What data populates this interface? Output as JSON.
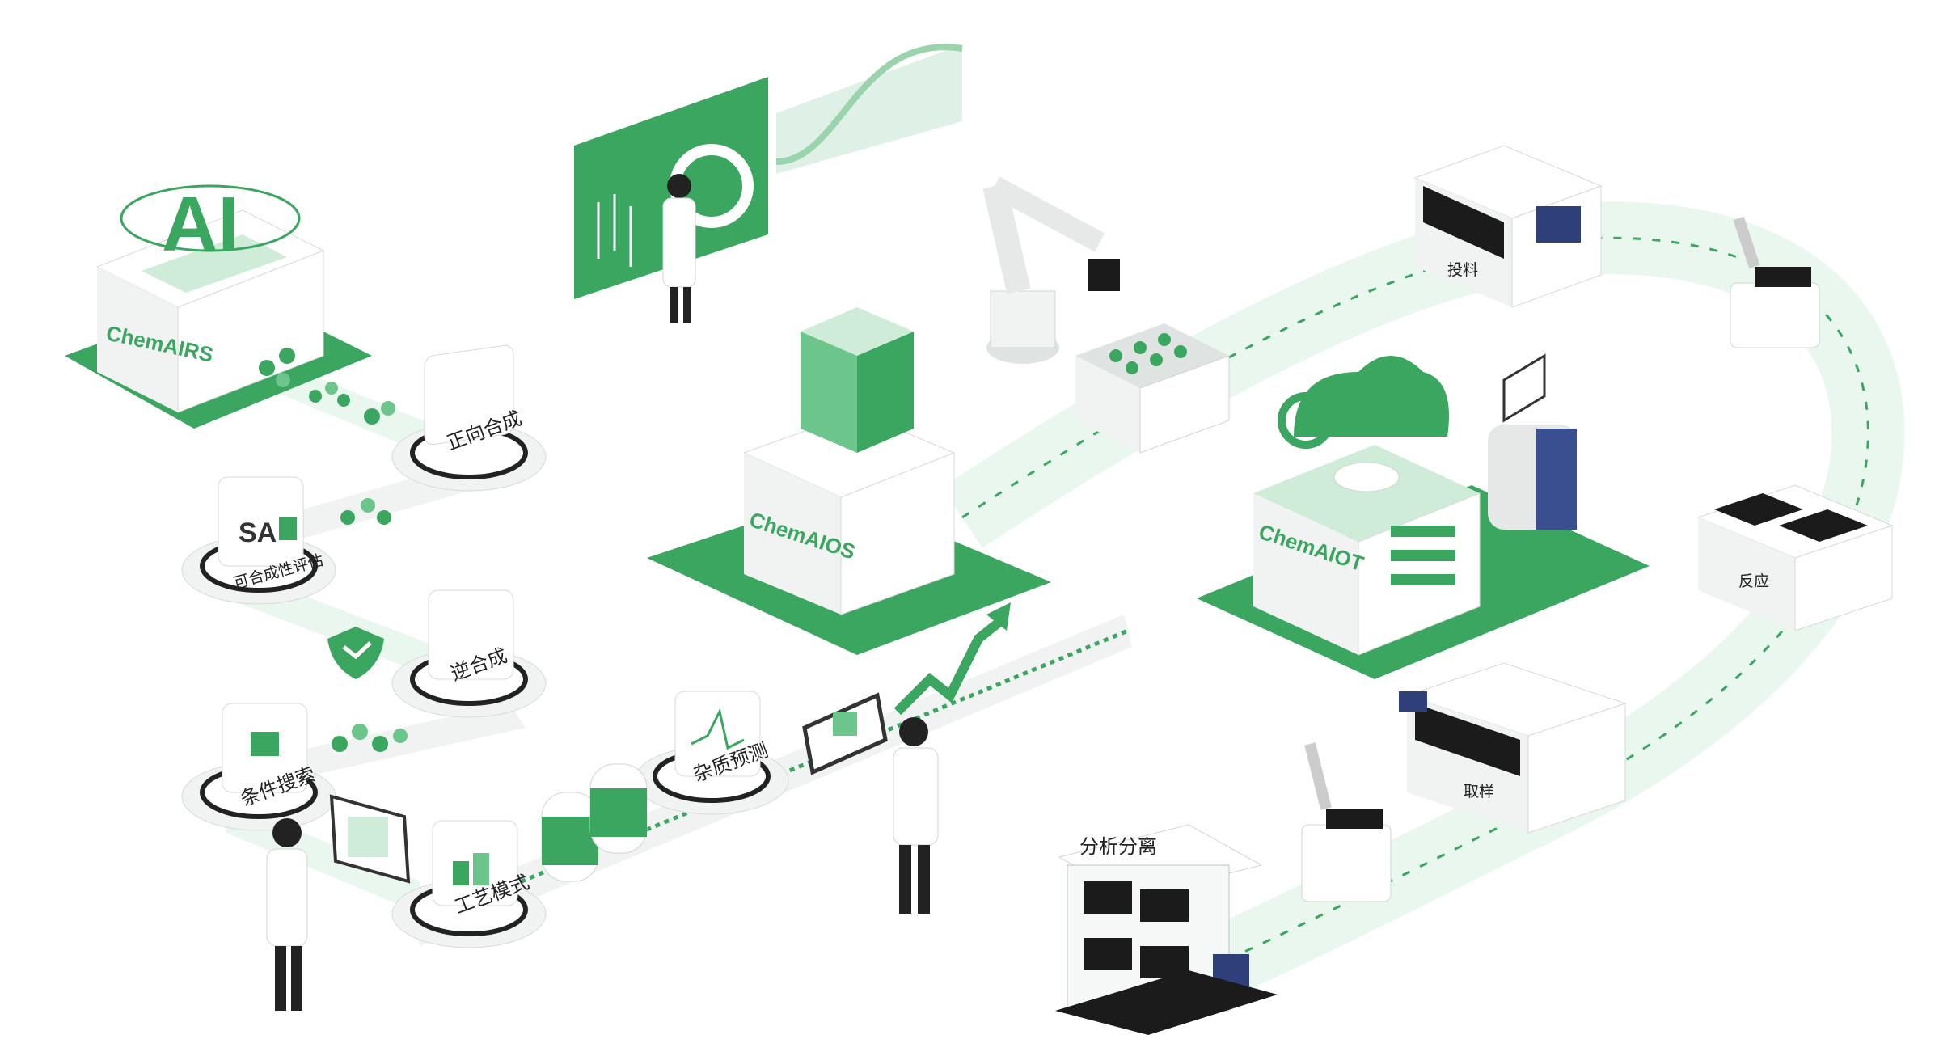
{
  "brands": {
    "airs": "ChemAIRS",
    "aios": "ChemAIOS",
    "aiot": "ChemAIOT",
    "ai_block": "AI"
  },
  "modules": {
    "forward_synthesis": "正向合成",
    "synthesizability": "可合成性评估",
    "sa_badge": "SA",
    "retrosynthesis": "逆合成",
    "condition_search": "条件搜索",
    "process_mode": "工艺模式",
    "impurity_prediction": "杂质预测"
  },
  "stations": {
    "feeding": "投料",
    "reaction": "反应",
    "sampling": "取样",
    "analysis_separation": "分析分离"
  },
  "colors": {
    "primary_green": "#3aa65f",
    "light_green": "#6cc58a",
    "pale_green": "#cfecd9",
    "navy_tank": "#3a4f8f"
  }
}
